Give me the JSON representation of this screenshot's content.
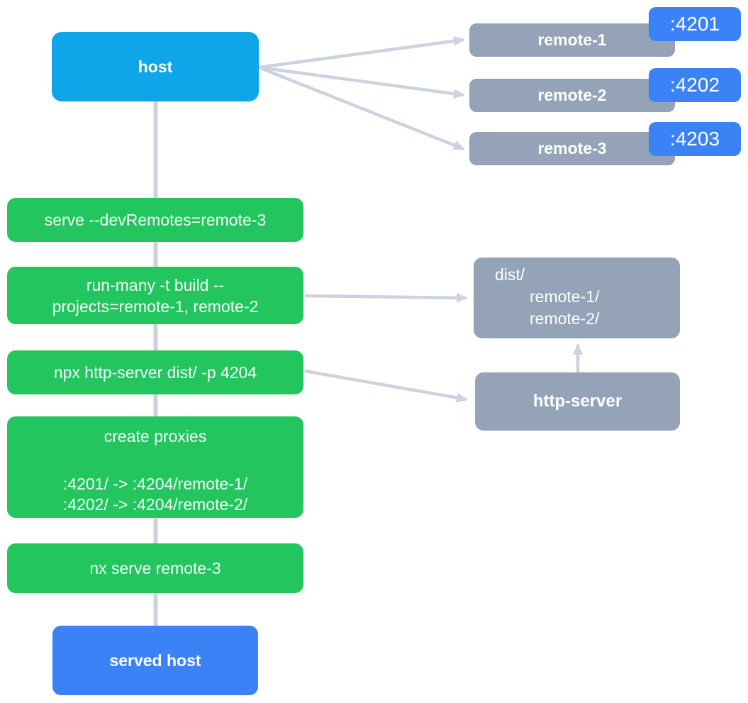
{
  "colors": {
    "host_bg": "#0ea5e9",
    "remote_bg": "#94a3b8",
    "port_bg": "#3b82f6",
    "step_bg": "#22c55e",
    "served_bg": "#3b82f6",
    "connector": "#ccd2df"
  },
  "host": {
    "label": "host"
  },
  "remotes": [
    {
      "label": "remote-1",
      "port": ":4201"
    },
    {
      "label": "remote-2",
      "port": ":4202"
    },
    {
      "label": "remote-3",
      "port": ":4203"
    }
  ],
  "steps": [
    {
      "label": "serve --devRemotes=remote-3"
    },
    {
      "lines": [
        "run-many -t build --",
        "projects=remote-1, remote-2"
      ]
    },
    {
      "label": "npx http-server dist/ -p 4204"
    },
    {
      "title": "create proxies",
      "lines": [
        ":4201/ -> :4204/remote-1/",
        ":4202/ -> :4204/remote-2/"
      ]
    },
    {
      "label": "nx serve remote-3"
    }
  ],
  "dist_box": {
    "lines": [
      "dist/",
      "remote-1/",
      "remote-2/"
    ]
  },
  "http_server": {
    "label": "http-server"
  },
  "served_host": {
    "label": "served host"
  }
}
